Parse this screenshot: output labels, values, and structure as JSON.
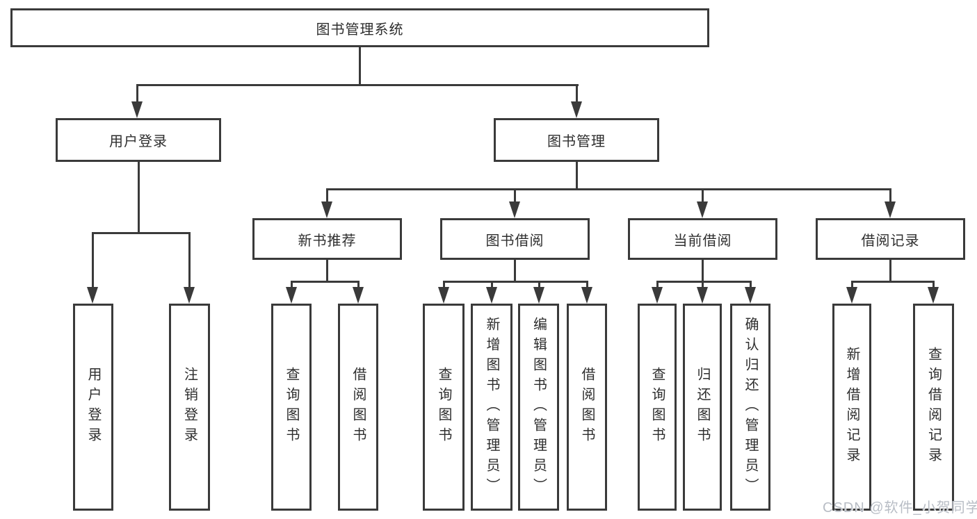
{
  "diagram": {
    "root": {
      "label": "图书管理系统"
    },
    "branches": [
      {
        "label": "用户登录",
        "children": [
          {
            "label": "用户登录"
          },
          {
            "label": "注销登录"
          }
        ]
      },
      {
        "label": "图书管理",
        "children": [
          {
            "label": "新书推荐",
            "children": [
              {
                "label": "查询图书"
              },
              {
                "label": "借阅图书"
              }
            ]
          },
          {
            "label": "图书借阅",
            "children": [
              {
                "label": "查询图书"
              },
              {
                "label": "新增图书（管理员）"
              },
              {
                "label": "编辑图书（管理员）"
              },
              {
                "label": "借阅图书"
              }
            ]
          },
          {
            "label": "当前借阅",
            "children": [
              {
                "label": "查询图书"
              },
              {
                "label": "归还图书"
              },
              {
                "label": "确认归还（管理员）"
              }
            ]
          },
          {
            "label": "借阅记录",
            "children": [
              {
                "label": "新增借阅记录"
              },
              {
                "label": "查询借阅记录"
              }
            ]
          }
        ]
      }
    ]
  },
  "watermark": {
    "text": "CSDN @软件_小贺同学"
  },
  "colors": {
    "line": "#3a3a3a",
    "text": "#2e2e2e",
    "watermark": "#b8bdc5",
    "background": "#ffffff"
  }
}
